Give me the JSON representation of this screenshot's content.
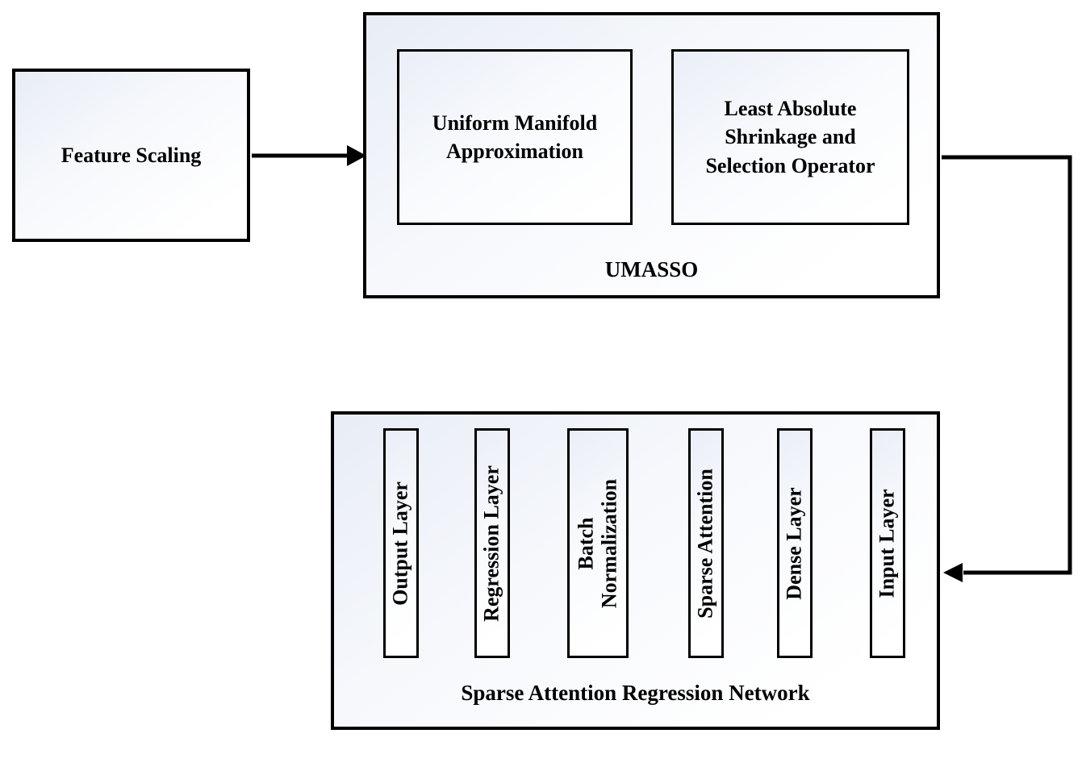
{
  "diagram": {
    "colors": {
      "border": "#000000",
      "fill_top": "#e8edf6",
      "fill_bottom": "#ffffff",
      "arrow": "#000000"
    },
    "feature_scaling": {
      "label": "Feature Scaling"
    },
    "umasso": {
      "label": "UMASSO",
      "umap_label": "Uniform Manifold Approximation",
      "lasso_label": "Least Absolute Shrinkage and Selection Operator"
    },
    "sarn": {
      "label": "Sparse Attention Regression Network",
      "layers": [
        {
          "label": "Output Layer"
        },
        {
          "label": "Regression Layer"
        },
        {
          "label": "Batch\nNormalization"
        },
        {
          "label": "Sparse Attention"
        },
        {
          "label": "Dense Layer"
        },
        {
          "label": "Input Layer"
        }
      ]
    }
  }
}
